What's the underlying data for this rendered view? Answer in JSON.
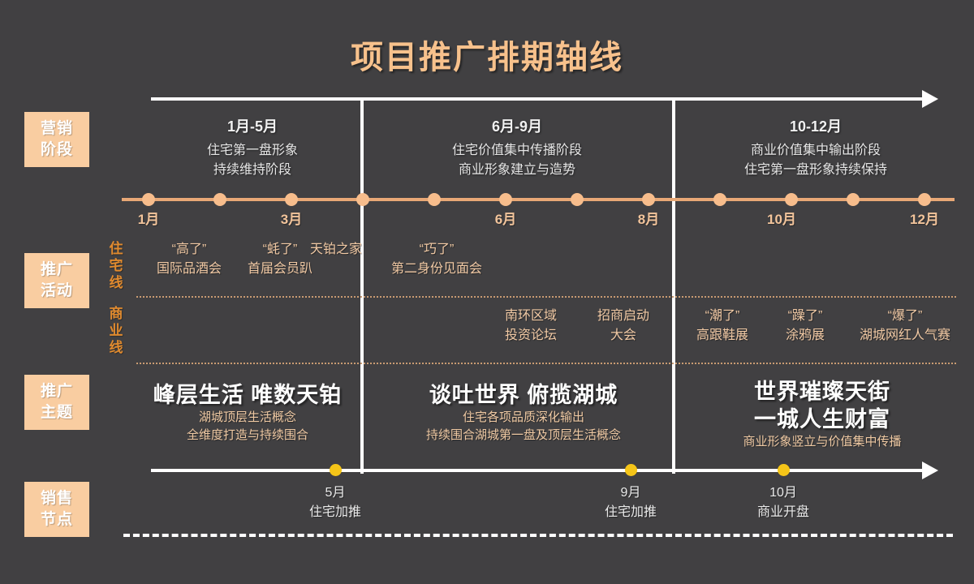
{
  "title": "项目推广排期轴线",
  "colors": {
    "background": "#414042",
    "accent": "#f7c18c",
    "chip": "#f9cda1",
    "axis": "#e8a876",
    "sales_dot": "#f5c518",
    "divider": "#ffffff"
  },
  "sidebar": {
    "items": [
      {
        "label": "营销\n阶段",
        "line1": "营销",
        "line2": "阶段"
      },
      {
        "label": "推广\n活动",
        "line1": "推广",
        "line2": "活动"
      },
      {
        "label": "推广\n主题",
        "line1": "推广",
        "line2": "主题"
      },
      {
        "label": "销售\n节点",
        "line1": "销售",
        "line2": "节点"
      }
    ]
  },
  "line_labels": {
    "residential": "住宅线",
    "commercial": "商业线"
  },
  "phases": [
    {
      "range": "1月-5月",
      "line1": "住宅第一盘形象",
      "line2": "持续维持阶段"
    },
    {
      "range": "6月-9月",
      "line1": "住宅价值集中传播阶段",
      "line2": "商业形象建立与造势"
    },
    {
      "range": "10-12月",
      "line1": "商业价值集中输出阶段",
      "line2": "住宅第一盘形象持续保持"
    }
  ],
  "axis": {
    "month_labels": [
      "1月",
      "3月",
      "6月",
      "8月",
      "10月",
      "12月"
    ],
    "tick_count": 12
  },
  "activities": {
    "residential": [
      {
        "tag": "“高了”",
        "sub": "国际品酒会"
      },
      {
        "tag": "“蚝了”",
        "sub": "首届会员趴"
      },
      {
        "tag": "天铂之家",
        "sub": ""
      },
      {
        "tag": "“巧了”",
        "sub": "第二身份见面会"
      }
    ],
    "commercial": [
      {
        "tag": "南环区域",
        "sub": "投资论坛"
      },
      {
        "tag": "招商启动",
        "sub": "大会"
      },
      {
        "tag": "“潮了”",
        "sub": "高跟鞋展"
      },
      {
        "tag": "“躁了”",
        "sub": "涂鸦展"
      },
      {
        "tag": "“爆了”",
        "sub": "湖城网红人气赛"
      }
    ]
  },
  "themes": [
    {
      "big_line1": "峰层生活 唯数天铂",
      "big_line2": "",
      "small_line1": "湖城顶层生活概念",
      "small_line2": "全维度打造与持续围合"
    },
    {
      "big_line1": "谈吐世界 俯揽湖城",
      "big_line2": "",
      "small_line1": "住宅各项品质深化输出",
      "small_line2": "持续围合湖城第一盘及顶层生活概念"
    },
    {
      "big_line1": "世界璀璨天街",
      "big_line2": "一城人生财富",
      "small_line1": "商业形象竖立与价值集中传播",
      "small_line2": ""
    }
  ],
  "sales_nodes": [
    {
      "month": "5月",
      "desc": "住宅加推"
    },
    {
      "month": "9月",
      "desc": "住宅加推"
    },
    {
      "month": "10月",
      "desc": "商业开盘"
    }
  ]
}
